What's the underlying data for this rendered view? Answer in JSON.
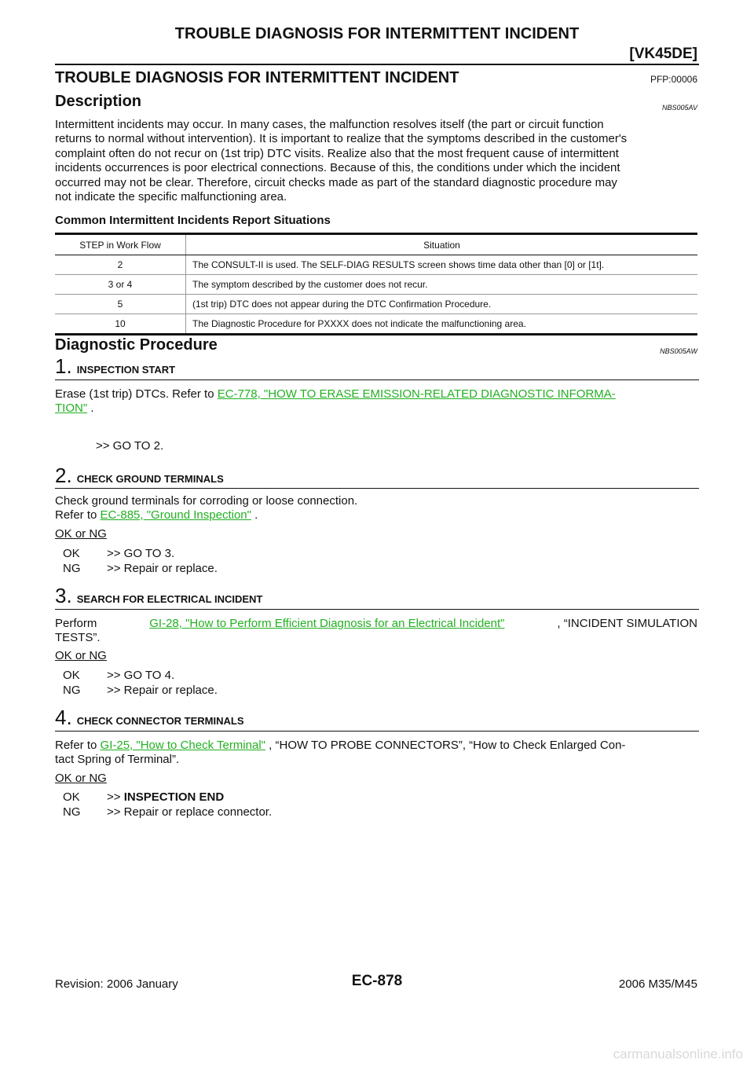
{
  "header": {
    "title": "TROUBLE DIAGNOSIS FOR INTERMITTENT INCIDENT",
    "code": "[VK45DE]"
  },
  "page": {
    "title": "TROUBLE DIAGNOSIS FOR INTERMITTENT INCIDENT",
    "pfp": "PFP:00006"
  },
  "description": {
    "heading": "Description",
    "code": "NBS005AV",
    "lines": [
      "Intermittent incidents may occur. In many cases, the malfunction resolves itself (the part or circuit function",
      "returns to normal without intervention). It is important to realize that the symptoms described in the customer's",
      "complaint often do not recur on (1st trip) DTC visits. Realize also that the most frequent cause of intermittent",
      "incidents occurrences is poor electrical connections. Because of this, the conditions under which the incident",
      "occurred may not be clear. Therefore, circuit checks made as part of the standard diagnostic procedure may",
      "not indicate the specific malfunctioning area."
    ]
  },
  "situations": {
    "title": "Common Intermittent Incidents Report Situations",
    "headers": [
      "STEP in Work Flow",
      "Situation"
    ],
    "rows": [
      {
        "step": "2",
        "situation": "The CONSULT-II is used. The SELF-DIAG RESULTS screen shows time data other than [0] or [1t]."
      },
      {
        "step": "3 or 4",
        "situation": "The symptom described by the customer does not recur."
      },
      {
        "step": "5",
        "situation": "(1st trip) DTC does not appear during the DTC Confirmation Procedure."
      },
      {
        "step": "10",
        "situation": "The Diagnostic Procedure for PXXXX does not indicate the malfunctioning area."
      }
    ]
  },
  "diagnostic": {
    "heading": "Diagnostic Procedure",
    "code": "NBS005AW"
  },
  "steps": [
    {
      "num": "1.",
      "title": "INSPECTION START",
      "pre": "Erase (1st trip) DTCs. Refer to ",
      "link1": "EC-778, \"HOW TO ERASE EMISSION-RELATED DIAGNOSTIC INFORMA-",
      "link2": "TION\"",
      "post": " .",
      "result": ">> GO TO 2."
    },
    {
      "num": "2.",
      "title": "CHECK GROUND TERMINALS",
      "line1": "Check ground terminals for corroding or loose connection.",
      "pre": "Refer to ",
      "link": "EC-885, \"Ground Inspection\"",
      "post": " .",
      "okng": "OK or NG",
      "ok": ">> GO TO 3.",
      "ng": ">> Repair or replace."
    },
    {
      "num": "3.",
      "title": "SEARCH FOR ELECTRICAL INCIDENT",
      "pre": "Perform ",
      "link": "GI-28, \"How to Perform Efficient Diagnosis for an Electrical Incident\"",
      "post": " , “INCIDENT SIMULATION",
      "line2": "TESTS”.",
      "okng": "OK or NG",
      "ok": ">> GO TO 4.",
      "ng": ">> Repair or replace."
    },
    {
      "num": "4.",
      "title": "CHECK CONNECTOR TERMINALS",
      "pre": "Refer to ",
      "link": "GI-25, \"How to Check Terminal\"",
      "post": " , “HOW TO PROBE CONNECTORS”, “How to Check Enlarged Con-",
      "line2": "tact Spring of Terminal”.",
      "okng": "OK or NG",
      "ok_prefix": ">> ",
      "ok": "INSPECTION END",
      "ng": ">> Repair or replace connector."
    }
  ],
  "labels": {
    "ok": "OK",
    "ng": "NG"
  },
  "footer": {
    "revision": "Revision: 2006 January",
    "page": "EC-878",
    "model": "2006 M35/M45"
  },
  "watermark": "carmanualsonline.info"
}
